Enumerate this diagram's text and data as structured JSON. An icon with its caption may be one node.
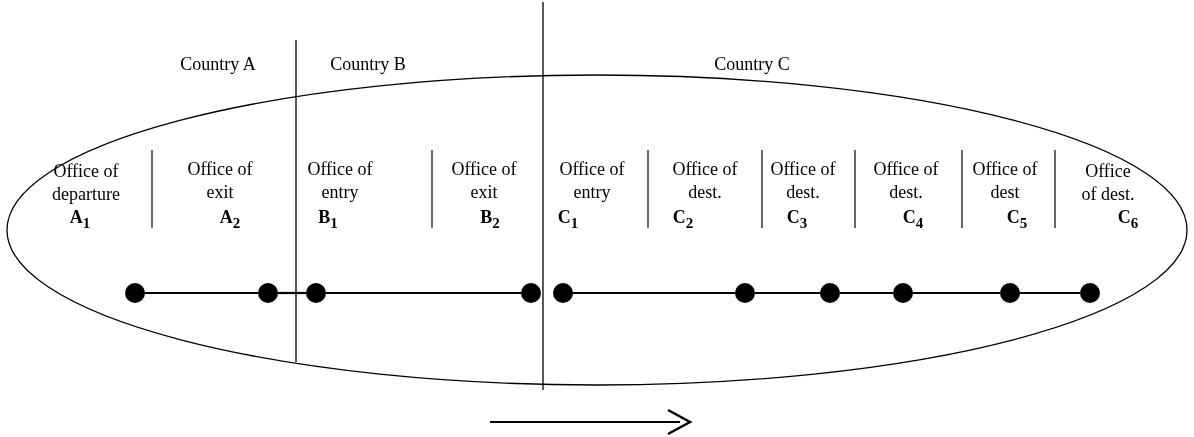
{
  "diagram": {
    "nodes": [
      {
        "text": [],
        "shape": "circle"
      },
      {
        "text": [],
        "shape": "circle"
      },
      {
        "text": [],
        "shape": "circle"
      },
      {
        "text": [],
        "shape": "circle"
      },
      {
        "text": [],
        "shape": "circle"
      },
      {
        "text": [],
        "shape": "circle"
      },
      {
        "text": [],
        "shape": "circle"
      },
      {
        "text": [],
        "shape": "circle"
      },
      {
        "text": [],
        "shape": "circle"
      },
      {
        "text": [],
        "shape": "circle"
      }
    ],
    "edges": [
      {
        "from": 0,
        "to": 1,
        "arrow": "none"
      },
      {
        "from": 1,
        "to": 2,
        "arrow": "none"
      },
      {
        "from": 2,
        "to": 3,
        "arrow": "none"
      },
      {
        "from": 4,
        "to": 5,
        "arrow": "none"
      },
      {
        "from": 5,
        "to": 6,
        "arrow": "none"
      },
      {
        "from": 6,
        "to": 7,
        "arrow": "none"
      },
      {
        "from": 7,
        "to": 8,
        "arrow": "none"
      },
      {
        "from": 8,
        "to": 9,
        "arrow": "none"
      }
    ],
    "labels": [
      "Country A",
      "Country B",
      "Country C",
      "Office of departure",
      "A$_{1}$",
      "Office of exit",
      "A$_{2}$",
      "Office of entry",
      "B$_{1}$",
      "Office of exit",
      "B$_{2}$",
      "Office of entry",
      "C$_{1}$",
      "Office of dest.",
      "C$_{2}$",
      "Office of dest.",
      "C$_{3}$",
      "Office of dest.",
      "C$_{4}$",
      "Office of dest",
      "C$_{5}$",
      "Office of dest.",
      "C$_{6}$"
    ]
  }
}
